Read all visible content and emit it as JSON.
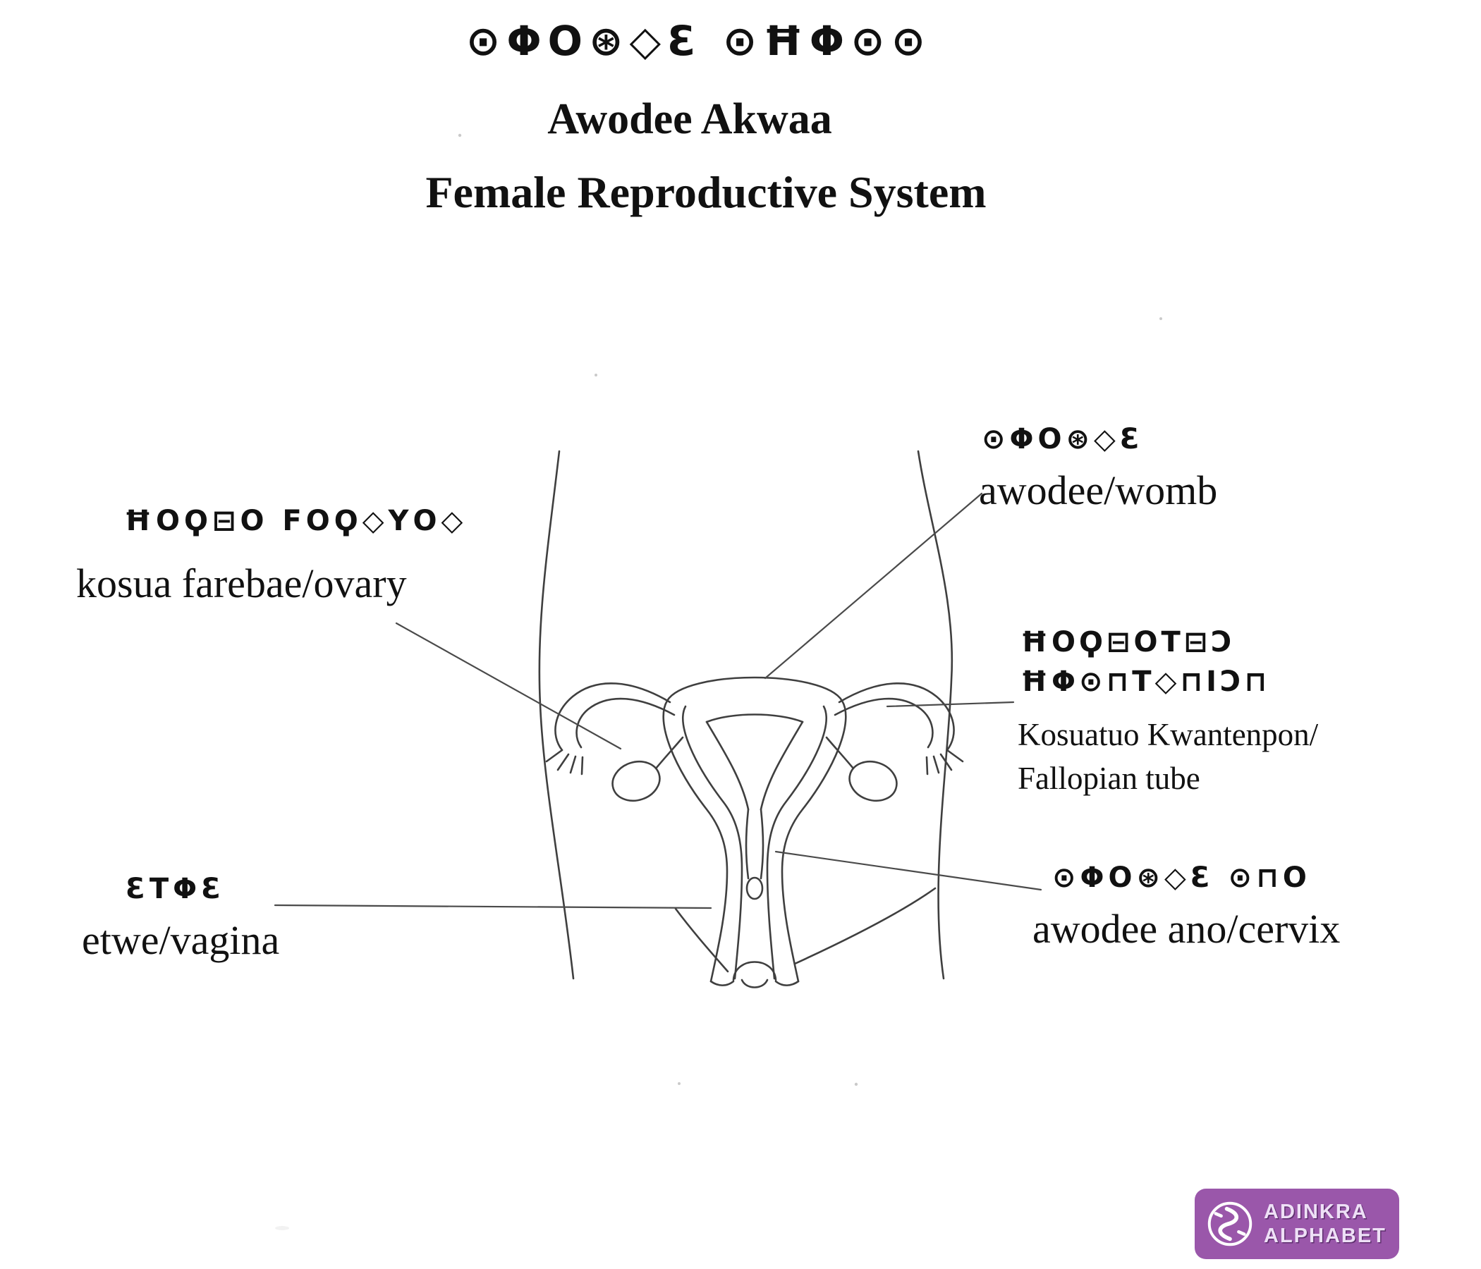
{
  "title": {
    "adinkra": "⊙ΦΟ⊛◇Ɛ ⊙ĦΦ⊙⊙",
    "twi": "Awodee Akwaa",
    "english": "Female Reproductive System"
  },
  "labels": {
    "ovary": {
      "adinkra": "ĦΟϘ⊟Ο ϜΟϘ◇ΥΟ◇",
      "latin": "kosua farebae/ovary"
    },
    "womb": {
      "adinkra": "⊙ΦΟ⊛◇Ɛ",
      "latin": "awodee/womb"
    },
    "fallopian_tube": {
      "adinkra_line1": "ĦΟϘ⊟ΟΤ⊟Ɔ",
      "adinkra_line2": "ĦΦ⊙⊓Τ◇⊓ΙƆ⊓",
      "latin_line1": "Kosuatuo Kwantenpon/",
      "latin_line2": "Fallopian tube"
    },
    "vagina": {
      "adinkra": "ƐΤΦƐ",
      "latin": "etwe/vagina"
    },
    "cervix": {
      "adinkra": "⊙ΦΟ⊛◇Ɛ ⊙⊓Ο",
      "latin": "awodee ano/cervix"
    }
  },
  "logo": {
    "line1": "ADINKRA",
    "line2": "ALPHABET",
    "background": "#9a57aa",
    "icon": "adinkra-symbol-icon"
  },
  "colors": {
    "ink": "#111111",
    "drawing_line": "#3f3f3f",
    "leader_line": "#4a4a4a"
  }
}
